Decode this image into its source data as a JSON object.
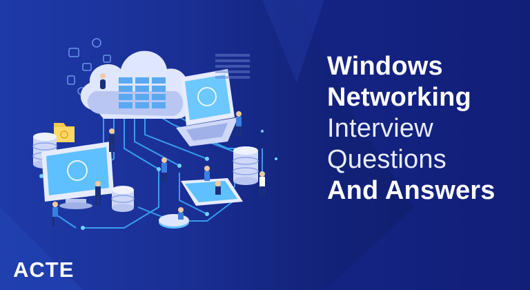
{
  "headline": {
    "line1": "Windows",
    "line2": "Networking",
    "line3": "Interview",
    "line4": "Questions",
    "line5": "And Answers"
  },
  "brand": {
    "logo_text": "ACTE"
  },
  "colors": {
    "background": "#1a2f95",
    "accent_cyan": "#4fc3ff",
    "text": "#ffffff"
  }
}
